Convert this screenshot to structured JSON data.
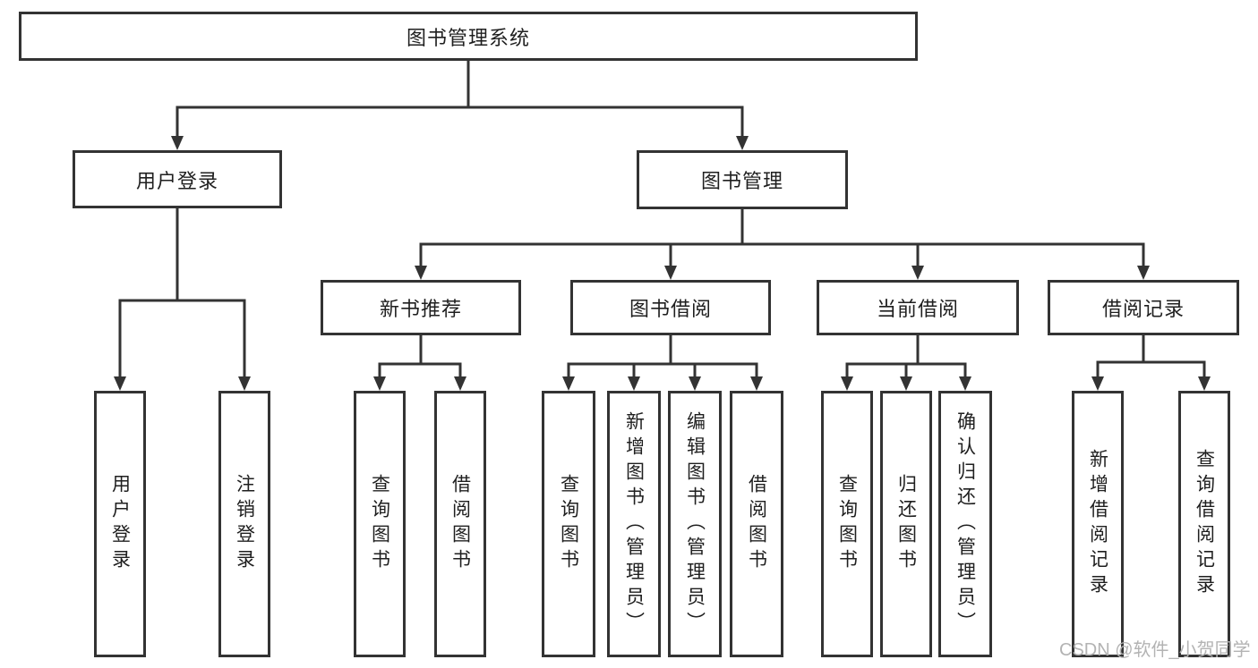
{
  "diagram": {
    "root": {
      "label": "图书管理系统"
    },
    "level2": [
      {
        "label": "用户登录",
        "children": [
          {
            "label": "用户登录"
          },
          {
            "label": "注销登录"
          }
        ]
      },
      {
        "label": "图书管理",
        "children": [
          {
            "label": "新书推荐",
            "children": [
              {
                "label": "查询图书"
              },
              {
                "label": "借阅图书"
              }
            ]
          },
          {
            "label": "图书借阅",
            "children": [
              {
                "label": "查询图书"
              },
              {
                "label": "新增图书（管理员）"
              },
              {
                "label": "编辑图书（管理员）"
              },
              {
                "label": "借阅图书"
              }
            ]
          },
          {
            "label": "当前借阅",
            "children": [
              {
                "label": "查询图书"
              },
              {
                "label": "归还图书"
              },
              {
                "label": "确认归还（管理员）"
              }
            ]
          },
          {
            "label": "借阅记录",
            "children": [
              {
                "label": "新增借阅记录"
              },
              {
                "label": "查询借阅记录"
              }
            ]
          }
        ]
      }
    ]
  },
  "watermark": "CSDN @软件_小贺同学",
  "colors": {
    "line": "#333333",
    "box_border": "#333333",
    "text": "#1f1f1f",
    "watermark": "#b3b3b3",
    "background": "#ffffff"
  }
}
